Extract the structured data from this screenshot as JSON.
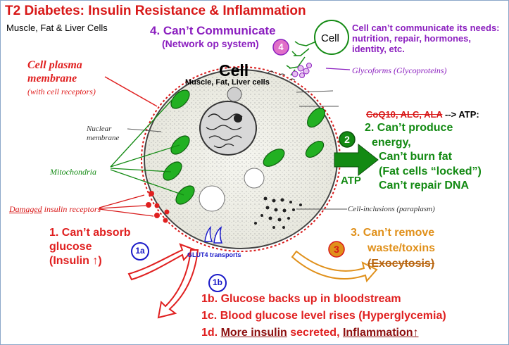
{
  "title": "T2 Diabetes: Insulin Resistance & Inflammation",
  "subtitle": "Muscle, Fat & Liver Cells",
  "communicate": {
    "label": "4. Can’t Communicate",
    "sub": "(Network op system)",
    "badge": "4"
  },
  "small_cell": {
    "label": "Cell"
  },
  "needs_text": "Cell can’t communicate its needs: nutrition, repair, hormones, identity, etc.",
  "glycoforms": "Glycoforms (Glycoproteins)",
  "plasma": {
    "line1": "Cell plasma",
    "line2": "membrane",
    "sub": "(with cell receptors)"
  },
  "cell": {
    "label": "Cell",
    "sub": "Muscle, Fat, Liver cells"
  },
  "nuclear": {
    "line1": "Nuclear",
    "line2": "membrane"
  },
  "mitochondria": "Mitochondria",
  "damaged": {
    "prefix": "Damaged",
    "rest": " insulin receptors"
  },
  "inclusions": "Cell-inclusions (paraplasm)",
  "energy": {
    "coq_strike": "CoQ10, ALC, ALA",
    "coq_rest": " --> ATP:",
    "badge": "2",
    "lines": [
      "2. Can’t produce",
      "  energy,",
      "Can’t burn fat",
      "(Fat cells “locked”)",
      "Can’t repair DNA"
    ],
    "atp": "ATP"
  },
  "absorb": {
    "lines": [
      "1. Can’t absorb",
      "glucose",
      "(Insulin ↑)"
    ],
    "badge": "1a"
  },
  "glut": "GLUT4 transports",
  "remove": {
    "badge": "3",
    "line1": "3. Can’t remove",
    "line2": "waste/toxins",
    "line3": "(Exocytosis)"
  },
  "bottom": {
    "badge": "1b",
    "line1": "1b. Glucose backs up in bloodstream",
    "line2": "1c. Blood glucose level rises (Hyperglycemia)",
    "line3_prefix": "1d. ",
    "line3_u1": "More insulin",
    "line3_mid": " secreted, ",
    "line3_u2": "Inflammation↑"
  },
  "colors": {
    "red": "#e02020",
    "green": "#138a13",
    "purple": "#8b1fbf",
    "orange": "#e0901a",
    "blue": "#1a1ac8",
    "mito_fill": "#22b022"
  }
}
